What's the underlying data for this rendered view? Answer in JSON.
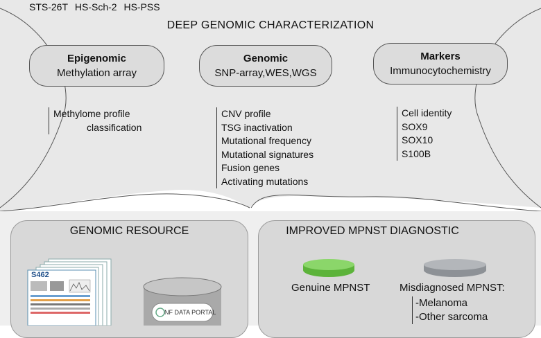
{
  "cell_lines": [
    "STS-26T",
    "HS-Sch-2",
    "HS-PSS"
  ],
  "main_title": "DEEP GENOMIC CHARACTERIZATION",
  "boxes": {
    "epigenomic": {
      "title": "Epigenomic",
      "subtitle": "Methylation array",
      "items": [
        "Methylome profile",
        "classification"
      ]
    },
    "genomic": {
      "title": "Genomic",
      "subtitle": "SNP-array,WES,WGS",
      "items": [
        "CNV profile",
        "TSG inactivation",
        "Mutational frequency",
        "Mutational signatures",
        "Fusion genes",
        "Activating mutations"
      ]
    },
    "markers": {
      "title": "Markers",
      "subtitle": "Immunocytochemistry",
      "items": [
        "Cell identity",
        "SOX9",
        "SOX10",
        "S100B"
      ]
    }
  },
  "panels": {
    "genomic_resource": {
      "title": "GENOMIC RESOURCE",
      "doc_label": "S462",
      "portal_label": "NF DATA PORTAL"
    },
    "diagnostic": {
      "title": "IMPROVED MPNST DIAGNOSTIC",
      "genuine": "Genuine MPNST",
      "misdiagnosed": "Misdiagnosed MPNST:",
      "mis_items": [
        "-Melanoma",
        "-Other sarcoma"
      ]
    }
  },
  "colors": {
    "background_gray": "#e6e6e6",
    "pill_fill": "#dcdcdc",
    "panel_fill": "#d8d8d8",
    "genuine_disc": "#6cc24a",
    "misdiagnosed_disc": "#9a9ea3",
    "database_gray": "#a9a9a9"
  }
}
